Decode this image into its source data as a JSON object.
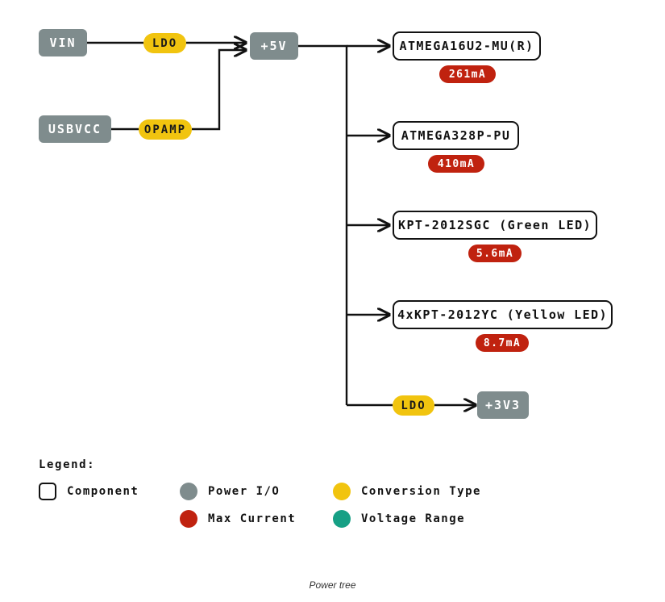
{
  "diagram": {
    "caption": "Power tree",
    "sources": [
      {
        "name": "source-vin",
        "label": "VIN",
        "kind": "power-io"
      },
      {
        "name": "source-usbvcc",
        "label": "USBVCC",
        "kind": "power-io"
      }
    ],
    "converters": [
      {
        "name": "converter-ldo-vin",
        "label": "LDO",
        "kind": "conversion-type"
      },
      {
        "name": "converter-opamp",
        "label": "OPAMP",
        "kind": "conversion-type"
      },
      {
        "name": "converter-ldo-3v3",
        "label": "LDO",
        "kind": "conversion-type"
      }
    ],
    "rails": [
      {
        "name": "rail-5v",
        "label": "+5V",
        "kind": "power-io"
      },
      {
        "name": "rail-3v3",
        "label": "+3V3",
        "kind": "power-io"
      }
    ],
    "loads": [
      {
        "name": "load-atmega16u2",
        "label": "ATMEGA16U2-MU(R)",
        "current": "261mA"
      },
      {
        "name": "load-atmega328p",
        "label": "ATMEGA328P-PU",
        "current": "410mA"
      },
      {
        "name": "load-green-led",
        "label": "KPT-2012SGC (Green LED)",
        "current": "5.6mA"
      },
      {
        "name": "load-yellow-led",
        "label": "4xKPT-2012YC (Yellow LED)",
        "current": "8.7mA"
      }
    ]
  },
  "legend": {
    "title": "Legend:",
    "items": [
      {
        "name": "legend-component",
        "label": "Component",
        "shape": "box",
        "color": "#ffffff"
      },
      {
        "name": "legend-power-io",
        "label": "Power I/O",
        "shape": "dot",
        "color": "#7f8c8d"
      },
      {
        "name": "legend-conversion",
        "label": "Conversion Type",
        "shape": "dot",
        "color": "#f1c40f"
      },
      {
        "name": "legend-max-current",
        "label": "Max Current",
        "shape": "dot",
        "color": "#c0220f"
      },
      {
        "name": "legend-voltage-range",
        "label": "Voltage Range",
        "shape": "dot",
        "color": "#16a085"
      }
    ]
  },
  "colors": {
    "power_io": "#7f8c8d",
    "conversion": "#f1c40f",
    "max_current": "#c0220f",
    "voltage_range": "#16a085",
    "wire": "#111111",
    "component_border": "#121212",
    "background": "#ffffff"
  }
}
